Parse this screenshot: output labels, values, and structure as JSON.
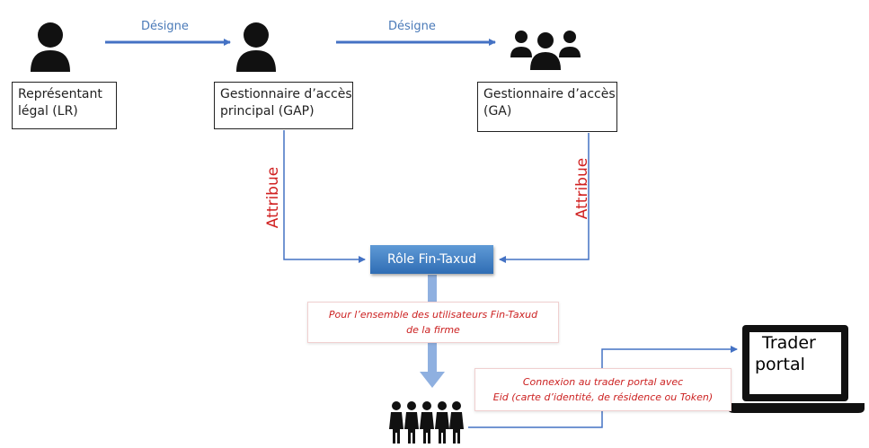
{
  "actors": {
    "lr": {
      "line1": "Représentant",
      "line2": "légal (LR)",
      "icon": "person-icon"
    },
    "gap": {
      "line1": "Gestionnaire d’accès",
      "line2": "principal (GAP)",
      "icon": "person-icon"
    },
    "ga": {
      "line1": "Gestionnaire d’accès",
      "line2": "(GA)",
      "icon": "group-icon"
    }
  },
  "edges": {
    "lr_to_gap": "Désigne",
    "gap_to_ga": "Désigne",
    "gap_to_role": "Attribue",
    "ga_to_role": "Attribue"
  },
  "role": {
    "label": "Rôle Fin-Taxud"
  },
  "notes": {
    "users": {
      "line1": "Pour l’ensemble des utilisateurs  Fin-Taxud",
      "line2": "de la firme"
    },
    "login": {
      "line1": "Connexion au trader portal avec",
      "line2": "Eid (carte d’identité, de résidence ou Token)"
    }
  },
  "users_icon": "users-group-icon",
  "portal": {
    "line1": "Trader",
    "line2": "portal",
    "icon": "laptop-icon"
  },
  "colors": {
    "arrow": "#4472c4",
    "red_text": "#d02020",
    "role_fill": "#2f6db4"
  }
}
